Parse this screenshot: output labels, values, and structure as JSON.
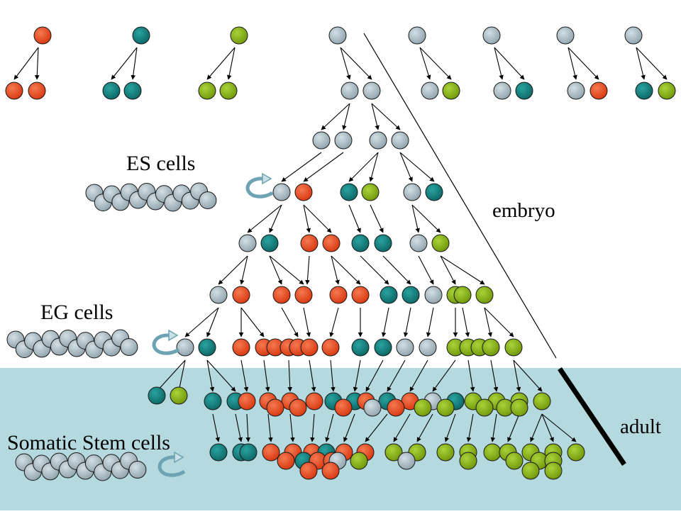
{
  "labels": {
    "es_cells": "ES cells",
    "eg_cells": "EG cells",
    "somatic_stem_cells": "Somatic Stem cells",
    "embryo": "embryo",
    "adult": "adult"
  },
  "colors": {
    "red": "#e2401a",
    "teal": "#0e7a78",
    "lime": "#86b011",
    "gray": "#a9b9c1",
    "adult_background": "#b4dadf"
  },
  "icons": {
    "self_renewal": "circular-arrow-icon",
    "cell": "circle-cell-icon"
  }
}
